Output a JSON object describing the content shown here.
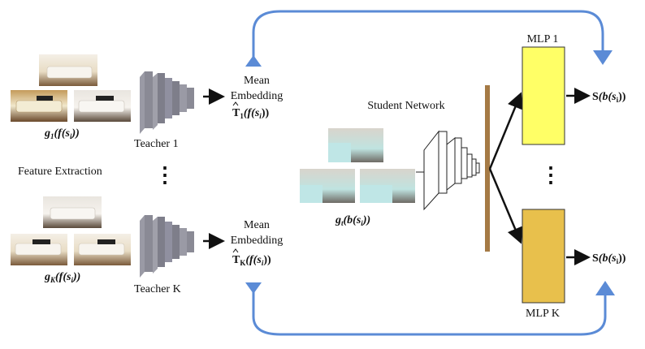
{
  "diagram": {
    "feature_extraction": "Feature Extraction",
    "group1_label": {
      "g": "g",
      "gsub": "1",
      "open": "(f(",
      "s": "s",
      "ssub": "i",
      "close": "))"
    },
    "groupK_label": {
      "g": "g",
      "gsub": "K",
      "open": "(f(",
      "s": "s",
      "ssub": "i",
      "close": "))"
    },
    "teacher1_label": "Teacher 1",
    "teacherK_label": "Teacher  K",
    "vertical_dots": "⋮",
    "mean_top_line1": "Mean",
    "mean_top_line2": "Embedding",
    "mean_top_formula": {
      "T": "T",
      "tsub": "1",
      "open": "(f(",
      "s": "s",
      "ssub": "i",
      "close": "))"
    },
    "mean_bottom_line1": "Mean",
    "mean_bottom_line2": "Embedding",
    "mean_bottom_formula": {
      "T": "T",
      "tsub": "K",
      "open": "(f(",
      "s": "s",
      "ssub": "i",
      "close": "))"
    },
    "student_network": "Student Network",
    "student_input_label": {
      "g": "g",
      "gsub": "t",
      "open": "(b(",
      "s": "s",
      "ssub": "i",
      "close": "))"
    },
    "mlp1_label": "MLP 1",
    "mlpK_label": "MLP K",
    "output_top": {
      "S": "S",
      "open": "(b(s",
      "ssub": "i",
      "close": "))"
    },
    "output_bottom": {
      "S": "S",
      "open": "(b(s",
      "ssub": "i",
      "close": "))"
    },
    "colors": {
      "feedback_arrow": "#5b8bd6",
      "mlp1_fill": "#ffff66",
      "mlpK_fill": "#e8c04c",
      "concat_bar": "#a57a45",
      "teacher_layers": "#8a8a95"
    }
  }
}
